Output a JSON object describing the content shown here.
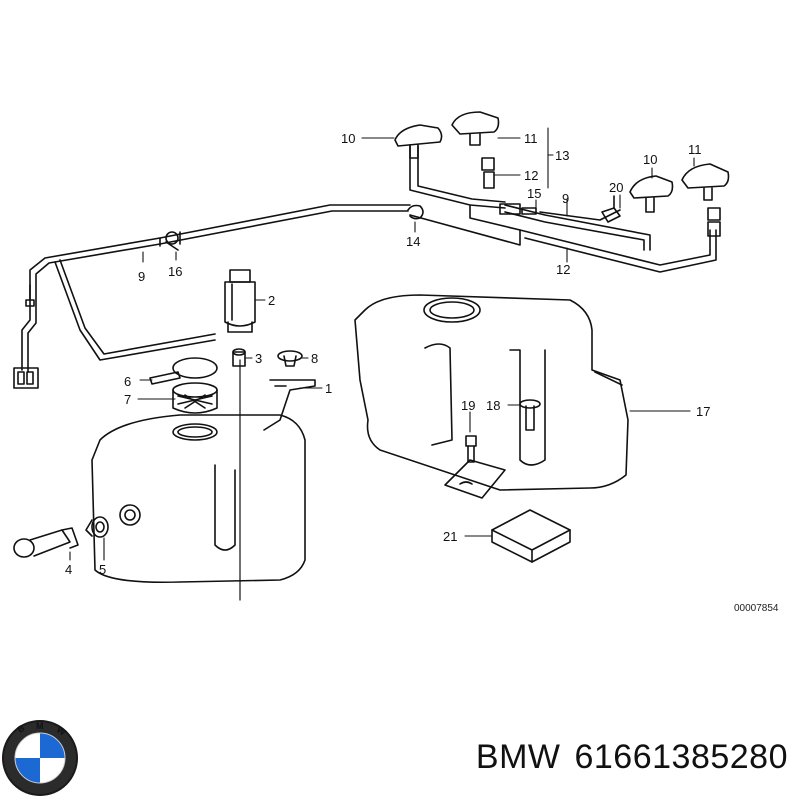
{
  "diagram": {
    "reference_code": "00007854",
    "callouts": {
      "c1": "1",
      "c2": "2",
      "c3": "3",
      "c4": "4",
      "c5": "5",
      "c6": "6",
      "c7": "7",
      "c8": "8",
      "c9a": "9",
      "c9b": "9",
      "c10a": "10",
      "c10b": "10",
      "c11a": "11",
      "c11b": "11",
      "c12a": "12",
      "c12b": "12",
      "c13": "13",
      "c14": "14",
      "c15": "15",
      "c16": "16",
      "c17": "17",
      "c18": "18",
      "c19": "19",
      "c20": "20",
      "c21": "21"
    }
  },
  "footer": {
    "brand": "BMW",
    "part_number": "61661385280",
    "logo_text": "BMW"
  },
  "colors": {
    "line": "#111111",
    "logo_blue": "#1c69d4",
    "logo_ring": "#1a1a1a"
  }
}
